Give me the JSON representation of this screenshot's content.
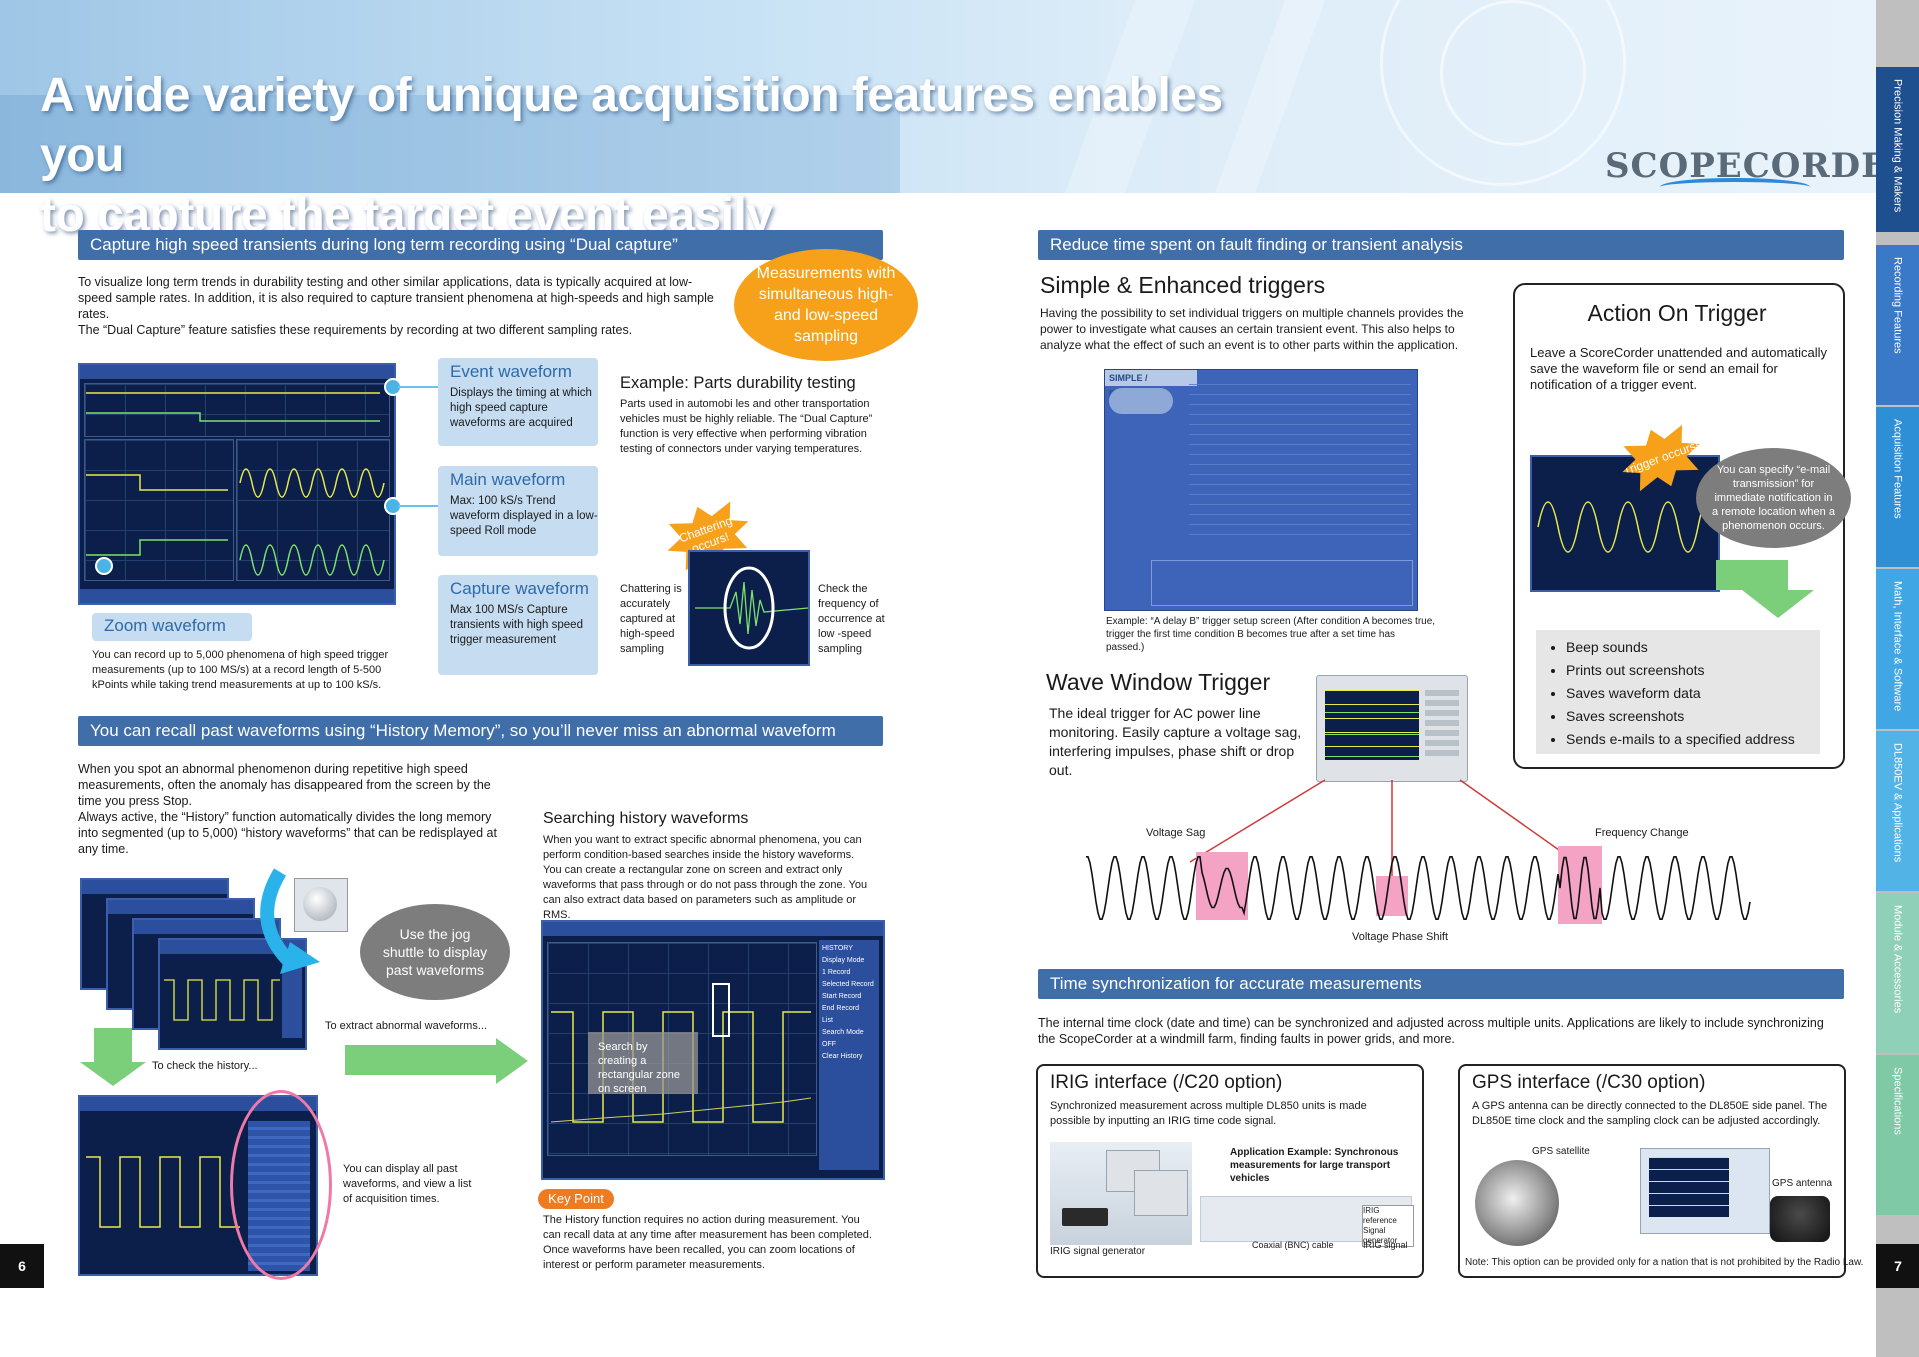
{
  "headline": {
    "line1": "A wide variety of unique acquisition features  enables you",
    "line2": "to capture the target event easily"
  },
  "logo": "SCOPECORDER",
  "side_nav": [
    {
      "label": "Precision Making & Makers",
      "color": "#1e4f8e"
    },
    {
      "label": "Recording Features",
      "color": "#3a78c8"
    },
    {
      "label": "Acquisition Features",
      "color": "#2e8fd6"
    },
    {
      "label": "Math, Interface & Software",
      "color": "#41a7e4"
    },
    {
      "label": "DL850EV & Applications",
      "color": "#52b4e6"
    },
    {
      "label": "Module & Accessories",
      "color": "#8fd0b8"
    },
    {
      "label": "Specifications",
      "color": "#7fc9a7"
    }
  ],
  "page_left": "6",
  "page_right": "7",
  "dual_capture": {
    "title": "Capture high speed transients during long term recording using “Dual capture”",
    "intro": "To visualize long term trends in durability testing and other similar applications, data is typically acquired at low-speed sample rates. In addition, it is also required to capture transient phenomena at high-speeds and high sample rates.",
    "intro2": "The “Dual Capture” feature satisfies these requirements by recording at two different sampling rates.",
    "bubble": "Measurements with simultaneous high- and low-speed sampling",
    "event_title": "Event waveform",
    "event_desc": "Displays the timing at which high speed capture waveforms are acquired",
    "main_title": "Main waveform",
    "main_desc": "Max: 100 kS/s Trend waveform displayed in a low-speed Roll mode",
    "capture_title": "Capture waveform",
    "capture_desc": "Max 100 MS/s Capture transients with high speed trigger measurement",
    "zoom_title": "Zoom waveform",
    "zoom_desc": "You can record up to 5,000 phenomena of high speed trigger measurements (up to 100 MS/s) at a record length of 5-500 kPoints while taking trend measurements at up to 100 kS/s.",
    "example_title": "Example: Parts durability testing",
    "example_desc": "Parts used in automobi les and other transportation vehicles must be highly reliable. The “Dual Capture” function is very effective when performing vibration testing of connectors under varying temperatures.",
    "chattering": "Chattering occurs!",
    "chat_left": "Chattering is accurately captured at high-speed sampling",
    "chat_right": "Check the frequency of occurrence at low -speed sampling"
  },
  "history": {
    "title": "You can recall past waveforms using “History Memory”, so you’ll never miss an abnormal waveform",
    "p1": "When you spot an abnormal phenomenon during repetitive high speed measurements, often the anomaly has disappeared from the screen by the time you press Stop.",
    "p2": "Always active, the “History” function automatically divides the long memory into segmented (up to 5,000) “history waveforms” that can be redisplayed at any time.",
    "jog": "Use the jog shuttle to display past waveforms",
    "check": "To check the history...",
    "extract": "To extract abnormal waveforms...",
    "display_all": "You can display all past waveforms, and view a list of acquisition times.",
    "search_title": "Searching history waveforms",
    "search_desc": "When you want to extract specific abnormal phenomena, you can perform condition-based searches inside the history waveforms. You can create a rectangular zone on screen and extract only waveforms that pass through or do not pass through the zone. You can also extract data based on parameters such as amplitude or RMS.",
    "rect_label": "Search by creating a rectangular zone on screen",
    "key_point": "Key Point",
    "key_desc": "The History function requires no action during measurement. You can recall data at any time after measurement has been completed. Once waveforms have been recalled, you can zoom locations of interest or perform parameter measurements.",
    "menu": [
      "HISTORY",
      "Display Mode",
      "1 Record",
      "Selected Record",
      "Start Record",
      "End Record",
      "List",
      "Search Mode",
      "OFF",
      "Clear History"
    ]
  },
  "triggers": {
    "title": "Reduce time spent on fault finding or transient analysis",
    "simple_title": "Simple & Enhanced triggers",
    "simple_desc": "Having the possibility to set individual triggers on multiple channels provides the power to investigate what causes an certain transient event. This also helps to analyze what the effect of such an event is to other parts within the application.",
    "screen_tab": "SIMPLE / ENHANCED",
    "screen_caption": "Example: “A delay B” trigger setup screen (After condition A becomes true, trigger the first time condition B becomes true after a set time has passed.)",
    "action_title": "Action On Trigger",
    "action_desc": "Leave a ScoreCorder unattended and automatically save the waveform file or send an email for notification of a trigger event.",
    "trigger_occurs": "Trigger occurs!",
    "email_bubble": "You can specify “e-mail transmission” for immediate notification in a remote location when a phenomenon occurs.",
    "actions": [
      "Beep sounds",
      "Prints out screenshots",
      "Saves waveform data",
      "Saves screenshots",
      "Sends e-mails to a specified address"
    ],
    "wave_title": "Wave Window Trigger",
    "wave_desc": "The ideal trigger for AC power line monitoring. Easily capture a voltage sag, interfering impulses, phase shift or drop out.",
    "voltage_sag": "Voltage Sag",
    "phase_shift": "Voltage Phase Shift",
    "freq_change": "Frequency Change"
  },
  "timesync": {
    "title": "Time synchronization for accurate measurements",
    "desc": "The internal time clock (date and time) can be synchronized and adjusted across multiple units. Applications are likely to include synchronizing the ScopeCorder at a windmill farm, finding faults in power grids, and more.",
    "irig_title": "IRIG interface (/C20 option)",
    "irig_desc": "Synchronized measurement across multiple DL850 units is made possible by inputting an IRIG time code signal.",
    "irig_app": "Application Example: Synchronous measurements for large transport vehicles",
    "irig_gen": "IRIG signal generator",
    "irig_ref": "IRIG reference Signal generator",
    "coax": "Coaxial (BNC) cable",
    "irig_signal": "IRIG signal",
    "gps_title": "GPS interface (/C30 option)",
    "gps_desc": "A GPS antenna can be directly connected to the DL850E side panel. The DL850E time clock and the sampling clock can be adjusted accordingly.",
    "gps_sat": "GPS satellite",
    "gps_ant": "GPS antenna",
    "gps_note": "Note: This option can be provided only for a nation that is not prohibited by the Radio Law."
  }
}
